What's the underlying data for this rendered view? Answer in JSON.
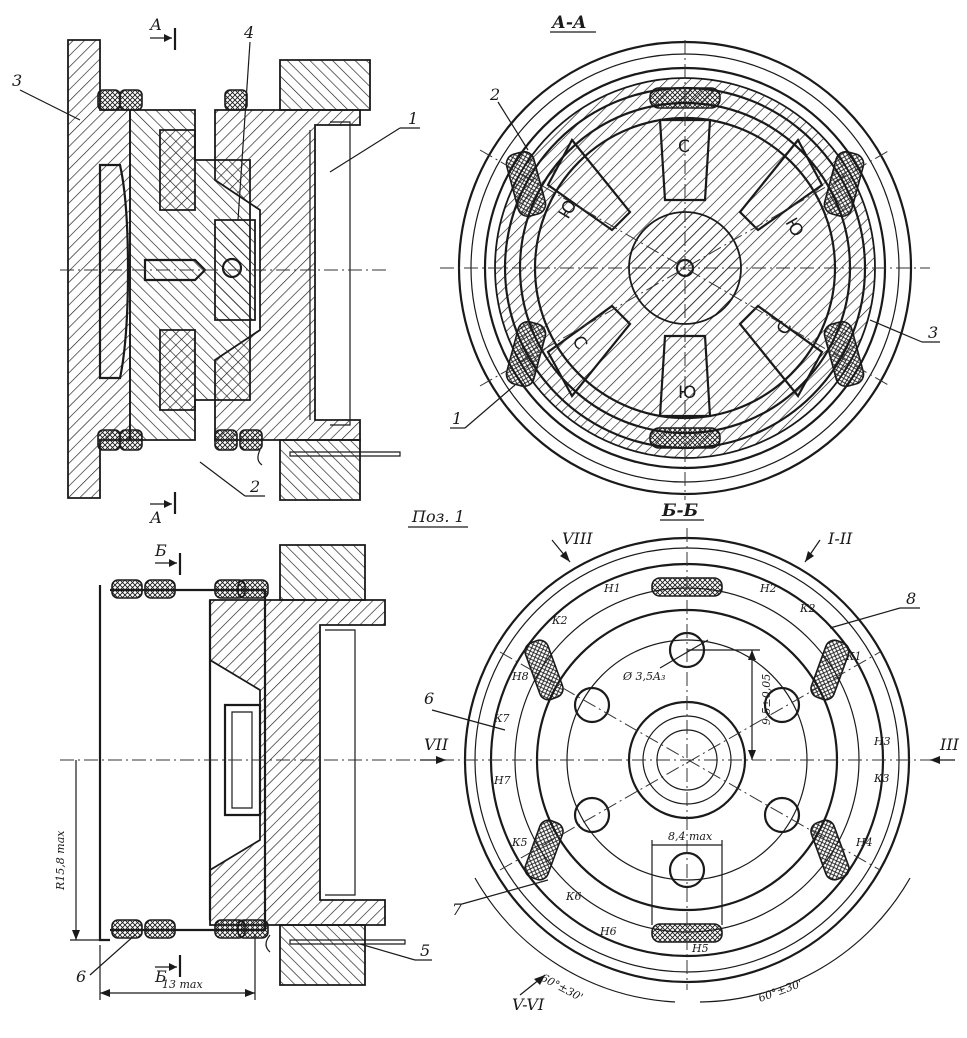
{
  "section_titles": {
    "aa": "А-А",
    "bb": "Б-Б",
    "poz": "Поз. 1"
  },
  "section_marks": {
    "a_top": "А",
    "a_bottom": "А",
    "b_top": "Б",
    "b_bottom": "Б"
  },
  "callouts": {
    "n1_top": "1",
    "n2_top": "2",
    "n3_top": "3",
    "n4_top": "4",
    "n2_aa": "2",
    "n1_aa": "1",
    "n3_aa": "3",
    "n8": "8",
    "n6_bb": "6",
    "n7_bb": "7",
    "n6_side": "6",
    "n5_side": "5"
  },
  "poles": {
    "s_top": "С",
    "s_left": "С",
    "s_right": "С",
    "yu_bottom": "Ю",
    "yu_left": "Ю",
    "yu_right": "Ю"
  },
  "roman": {
    "viii": "VIII",
    "i_ii": "I-II",
    "iii": "III",
    "vii": "VII",
    "v_vi": "V-VI"
  },
  "dims": {
    "hole_dia": "Ø 3,5A₃",
    "radius_pos": "9,5±0,05",
    "width": "8,4 max",
    "r_max": "R15,8 max",
    "len_max": "13 max",
    "angle_left": "60°±30'",
    "angle_right": "60°±30'"
  },
  "terminals": {
    "h1": "Н1",
    "h2": "Н2",
    "k2_left": "К2",
    "k2_right": "К2",
    "h8": "Н8",
    "k1_right": "К1",
    "k7": "К7",
    "h3": "Н3",
    "h7": "Н7",
    "k3": "К3",
    "k5": "К5",
    "h4": "Н4",
    "k6": "К6",
    "h6": "Н6",
    "h5": "Н5"
  }
}
